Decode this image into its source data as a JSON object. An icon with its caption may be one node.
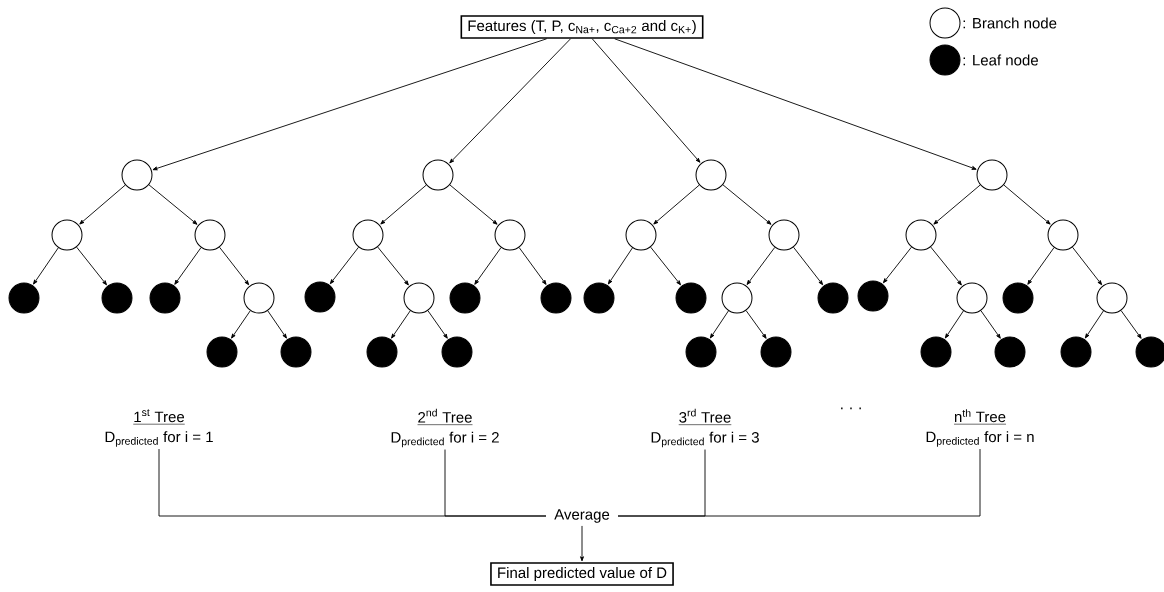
{
  "diagram": {
    "nodes": [
      {
        "text": [
          "Features (T, P, c$_{Na+}$, c$_{Ca+2}$ and c$_{K+}$)"
        ]
      },
      {
        "text": [],
        "shape": "circle"
      },
      {
        "text": [],
        "shape": "circle"
      },
      {
        "text": [],
        "shape": "circle"
      },
      {
        "text": [],
        "shape": "circle"
      },
      {
        "text": [],
        "shape": "circle"
      },
      {
        "text": [],
        "shape": "circle"
      },
      {
        "text": [],
        "shape": "circle"
      },
      {
        "text": [],
        "shape": "circle"
      },
      {
        "text": [],
        "shape": "circle"
      },
      {
        "text": [],
        "shape": "circle"
      },
      {
        "text": [],
        "shape": "circle"
      },
      {
        "text": [],
        "shape": "circle"
      },
      {
        "text": [],
        "shape": "circle"
      },
      {
        "text": [],
        "shape": "circle"
      },
      {
        "text": [],
        "shape": "circle"
      },
      {
        "text": [],
        "shape": "circle"
      },
      {
        "text": [],
        "shape": "circle"
      },
      {
        "text": [],
        "shape": "circle"
      },
      {
        "text": [],
        "shape": "circle"
      },
      {
        "text": [],
        "shape": "circle"
      },
      {
        "text": [],
        "shape": "circle"
      },
      {
        "text": [],
        "shape": "circle"
      },
      {
        "text": [],
        "shape": "circle"
      },
      {
        "text": [],
        "shape": "circle"
      },
      {
        "text": [],
        "shape": "circle"
      },
      {
        "text": [],
        "shape": "circle"
      },
      {
        "text": [],
        "shape": "circle"
      },
      {
        "text": [],
        "shape": "circle"
      },
      {
        "text": [],
        "shape": "circle"
      },
      {
        "text": [],
        "shape": "circle"
      },
      {
        "text": [],
        "shape": "circle"
      },
      {
        "text": [],
        "shape": "circle"
      },
      {
        "text": [],
        "shape": "circle"
      },
      {
        "text": [],
        "shape": "circle"
      },
      {
        "text": [],
        "shape": "circle"
      },
      {
        "text": [],
        "shape": "circle"
      },
      {
        "text": [],
        "shape": "circle"
      },
      {
        "text": [],
        "shape": "circle"
      },
      {
        "text": [
          "\\text{1}^{\\text{st}}\\text{ Tree}",
          "\\mathrm{D}_{\\mathrm{predicted}}\\ \\text{for i = 1}"
        ]
      },
      {
        "text": [
          "\\text{2}^{\\text{nd}}\\text{ Tree}",
          "\\mathrm{D}_{\\mathrm{predicted}}\\ \\text{for i = 2}"
        ]
      },
      {
        "text": [
          "\\text{3}^{\\text{rd}}\\text{ Tree}",
          "\\mathrm{D}_{\\mathrm{predicted}}\\ \\text{for i = 3}"
        ]
      },
      {
        "text": [
          "\\text{n}^{\\text{th}}\\text{ Tree}",
          "\\mathrm{D}_{\\mathrm{predicted}}\\ \\text{for i = n}"
        ]
      },
      {
        "text": [
          "Average"
        ]
      },
      {
        "text": [
          "Final predicted value of D"
        ]
      }
    ],
    "edges": [
      {
        "from": 0,
        "to": 1,
        "arrow": "to"
      },
      {
        "from": 0,
        "to": 10,
        "arrow": "to"
      },
      {
        "from": 0,
        "to": 19,
        "arrow": "to"
      },
      {
        "from": 0,
        "to": 28,
        "arrow": "to"
      },
      {
        "from": 1,
        "to": 2,
        "arrow": "to"
      },
      {
        "from": 1,
        "to": 3,
        "arrow": "to"
      },
      {
        "from": 2,
        "to": 4,
        "arrow": "to"
      },
      {
        "from": 2,
        "to": 5,
        "arrow": "to"
      },
      {
        "from": 3,
        "to": 6,
        "arrow": "to"
      },
      {
        "from": 3,
        "to": 7,
        "arrow": "to"
      },
      {
        "from": 7,
        "to": 8,
        "arrow": "to"
      },
      {
        "from": 7,
        "to": 9,
        "arrow": "to"
      },
      {
        "from": 10,
        "to": 11,
        "arrow": "to"
      },
      {
        "from": 10,
        "to": 12,
        "arrow": "to"
      },
      {
        "from": 11,
        "to": 13,
        "arrow": "to"
      },
      {
        "from": 11,
        "to": 14,
        "arrow": "to"
      },
      {
        "from": 12,
        "to": 15,
        "arrow": "to"
      },
      {
        "from": 12,
        "to": 16,
        "arrow": "to"
      },
      {
        "from": 14,
        "to": 17,
        "arrow": "to"
      },
      {
        "from": 14,
        "to": 18,
        "arrow": "to"
      },
      {
        "from": 19,
        "to": 20,
        "arrow": "to"
      },
      {
        "from": 19,
        "to": 21,
        "arrow": "to"
      },
      {
        "from": 20,
        "to": 22,
        "arrow": "to"
      },
      {
        "from": 20,
        "to": 23,
        "arrow": "to"
      },
      {
        "from": 21,
        "to": 24,
        "arrow": "to"
      },
      {
        "from": 21,
        "to": 25,
        "arrow": "to"
      },
      {
        "from": 24,
        "to": 26,
        "arrow": "to"
      },
      {
        "from": 24,
        "to": 27,
        "arrow": "to"
      },
      {
        "from": 28,
        "to": 29,
        "arrow": "to"
      },
      {
        "from": 28,
        "to": 30,
        "arrow": "to"
      },
      {
        "from": 29,
        "to": 31,
        "arrow": "to"
      },
      {
        "from": 29,
        "to": 32,
        "arrow": "to"
      },
      {
        "from": 30,
        "to": 33,
        "arrow": "to"
      },
      {
        "from": 30,
        "to": 34,
        "arrow": "to"
      },
      {
        "from": 32,
        "to": 35,
        "arrow": "to"
      },
      {
        "from": 32,
        "to": 36,
        "arrow": "to"
      },
      {
        "from": 34,
        "to": 37,
        "arrow": "to"
      },
      {
        "from": 34,
        "to": 38,
        "arrow": "to"
      },
      {
        "from": 39,
        "to": 43,
        "arrow": "none"
      },
      {
        "from": 40,
        "to": 43,
        "arrow": "none"
      },
      {
        "from": 41,
        "to": 43,
        "arrow": "none"
      },
      {
        "from": 42,
        "to": 43,
        "arrow": "none"
      },
      {
        "from": 43,
        "to": 44,
        "arrow": "to"
      }
    ],
    "labels": [
      "· · ·"
    ],
    "legend": [
      {
        "text": ": Branch node"
      },
      {
        "text": ": Leaf node"
      }
    ]
  }
}
